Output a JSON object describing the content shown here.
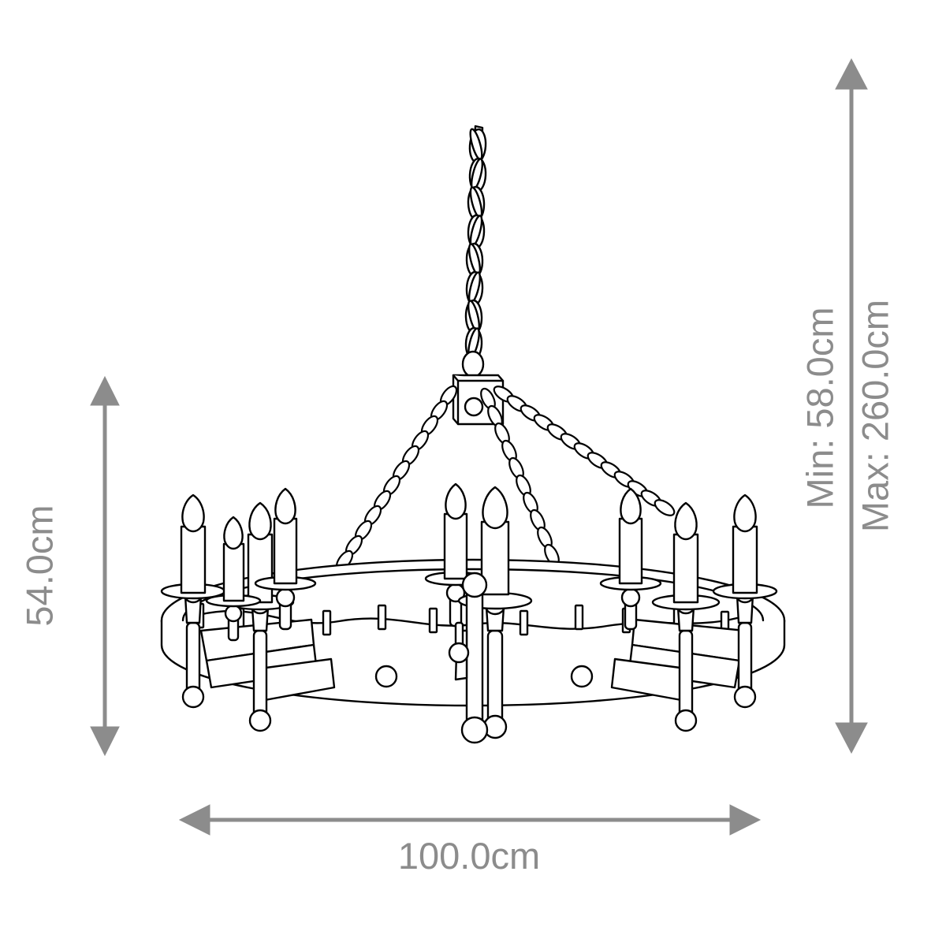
{
  "drawing": {
    "type": "product-dimension-drawing",
    "subject": "chandelier",
    "background_color": "#ffffff",
    "line_color": "#000000",
    "dimension_color": "#8c8c8c"
  },
  "dimensions": {
    "height": {
      "label": "54.0cm",
      "value": 54.0,
      "unit": "cm",
      "orientation": "vertical",
      "position": "left"
    },
    "width": {
      "label": "100.0cm",
      "value": 100.0,
      "unit": "cm",
      "orientation": "horizontal",
      "position": "bottom"
    },
    "drop_min": {
      "label": "Min: 58.0cm",
      "value": 58.0,
      "unit": "cm",
      "orientation": "vertical",
      "position": "right"
    },
    "drop_max": {
      "label": "Max: 260.0cm",
      "value": 260.0,
      "unit": "cm",
      "orientation": "vertical",
      "position": "right"
    }
  },
  "product": {
    "candle_count": 9,
    "features": [
      "suspension-chain",
      "square-ceiling-junction-box",
      "support-chains",
      "iron-ring-band",
      "candle-arms",
      "drip-pans",
      "flame-bulbs",
      "center-drop-finial"
    ]
  }
}
